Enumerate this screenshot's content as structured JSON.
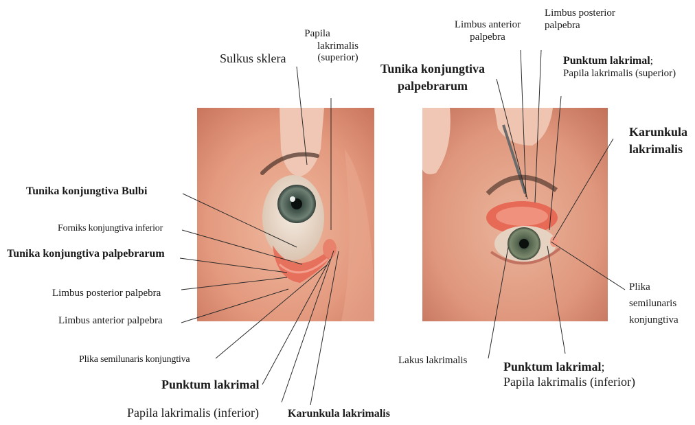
{
  "colors": {
    "skin": "#e3a086",
    "skin_light": "#efc1ab",
    "conjunctiva": "#e66a56",
    "iris": "#5d6f5a",
    "leader": "#2b2b2b"
  },
  "left_figure": {
    "labels": {
      "sulkus_sklera": "Sulkus sklera",
      "papila_lakrimalis_superior_1": "Papila",
      "papila_lakrimalis_superior_2": "lakrimalis",
      "papila_lakrimalis_superior_3": "(superior)",
      "tunika_konjungtiva_bulbi": "Tunika konjungtiva Bulbi",
      "forniks_konjungtiva_inferior": "Forniks konjungtiva inferior",
      "tunika_konjungtiva_palpebrarum": "Tunika konjungtiva palpebrarum",
      "limbus_posterior_palpebra": "Limbus posterior palpebra",
      "limbus_anterior_palpebra": "Limbus anterior palpebra",
      "plika_semilunaris_konjungtiva": "Plika semilunaris konjungtiva",
      "punktum_lakrimal": "Punktum  lakrimal",
      "papila_lakrimalis_inferior": "Papila lakrimalis (inferior)",
      "karunkula_lakrimalis": "Karunkula lakrimalis"
    }
  },
  "right_figure": {
    "labels": {
      "limbus_anterior_palpebra_1": "Limbus anterior",
      "limbus_anterior_palpebra_2": "palpebra",
      "limbus_posterior_palpebra_1": "Limbus posterior",
      "limbus_posterior_palpebra_2": "palpebra",
      "tunika_konjungtiva_palpebrarum_1": "Tunika konjungtiva",
      "tunika_konjungtiva_palpebrarum_2": "palpebrarum",
      "punktum_lakrimal_superior_bold": "Punktum lakrimal",
      "punktum_lakrimal_superior_semicolon": ";",
      "papila_lakrimalis_superior": "Papila lakrimalis (superior)",
      "karunkula_lakrimalis_1": "Karunkula",
      "karunkula_lakrimalis_2": "lakrimalis",
      "plika_semilunaris_1": "Plika",
      "plika_semilunaris_2": "semilunaris",
      "plika_semilunaris_3": "konjungtiva",
      "lakus_lakrimalis": "Lakus lakrimalis",
      "punktum_lakrimal_inferior_bold": "Punktum lakrimal",
      "punktum_lakrimal_inferior_semicolon": ";",
      "papila_lakrimalis_inferior": "Papila lakrimalis (inferior)"
    }
  }
}
